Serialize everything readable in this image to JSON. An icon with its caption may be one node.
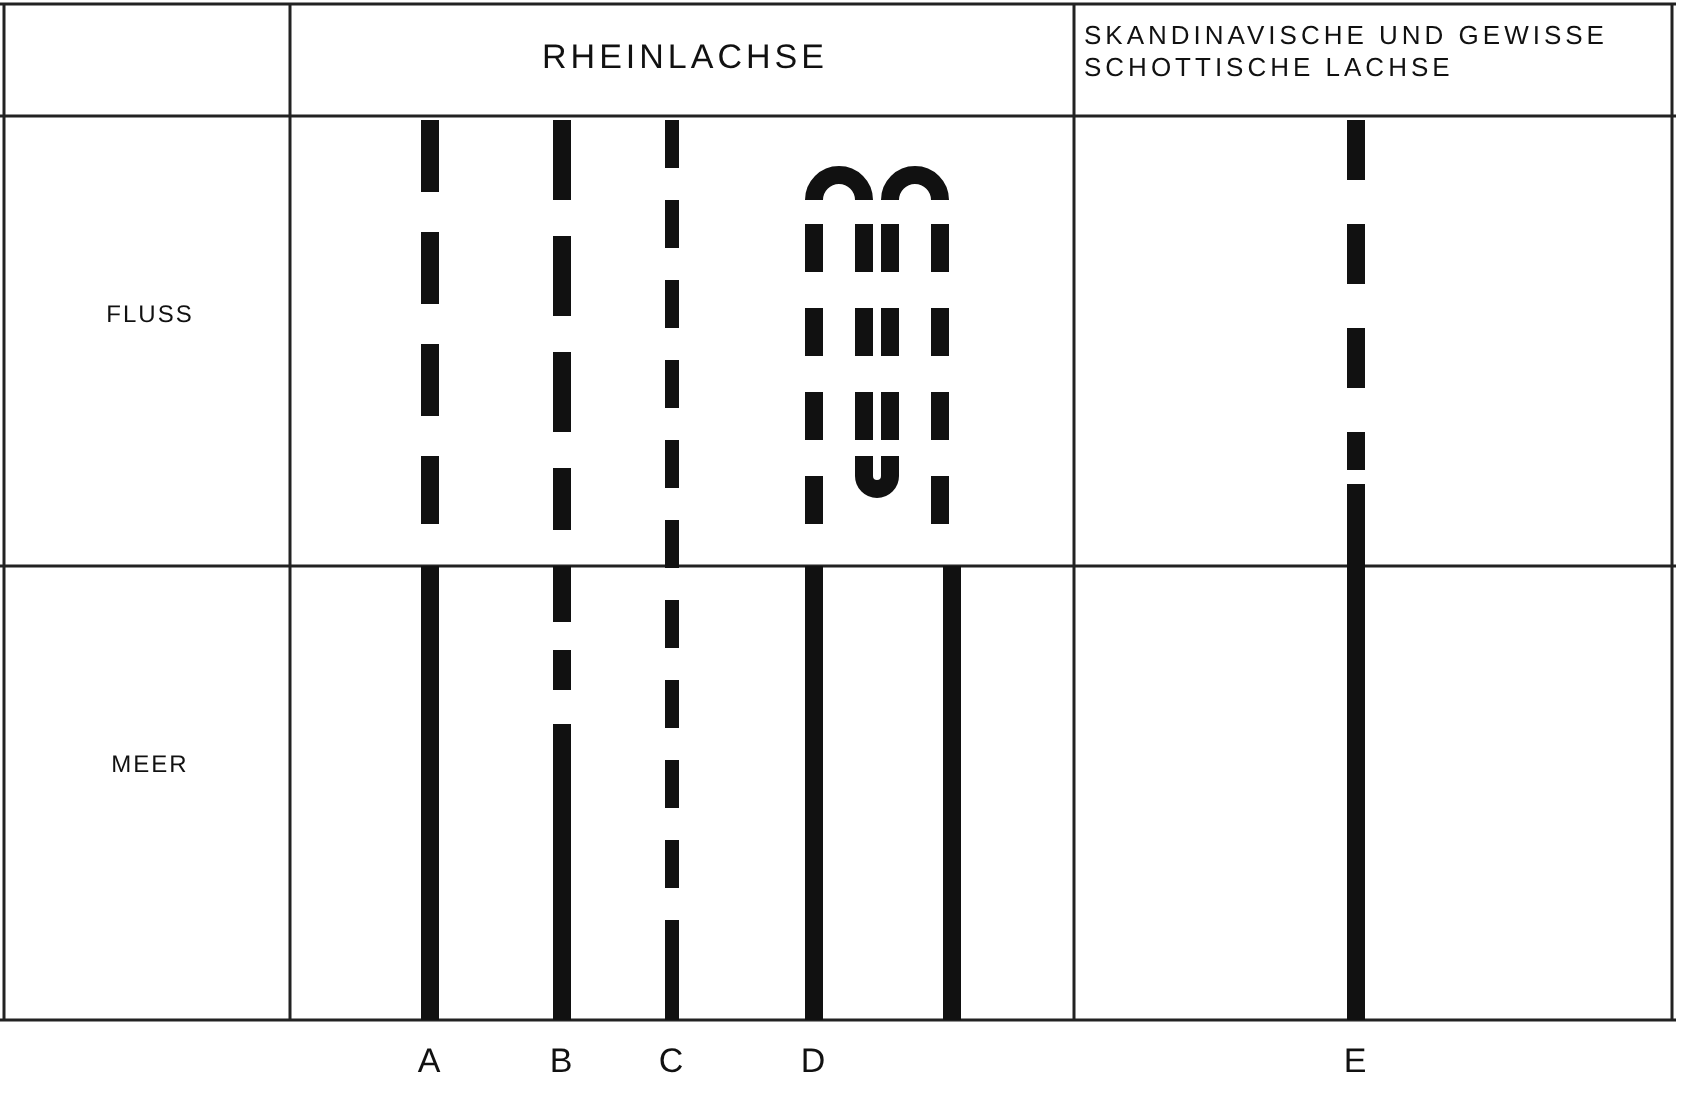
{
  "diagram": {
    "labels": [
      "RHEINLACHSE",
      "SKANDINAVISCHE UND GEWISSE SCHOTTISCHE LACHSE",
      "FLUSS",
      "MEER",
      "A",
      "B",
      "C",
      "D",
      "E"
    ]
  }
}
